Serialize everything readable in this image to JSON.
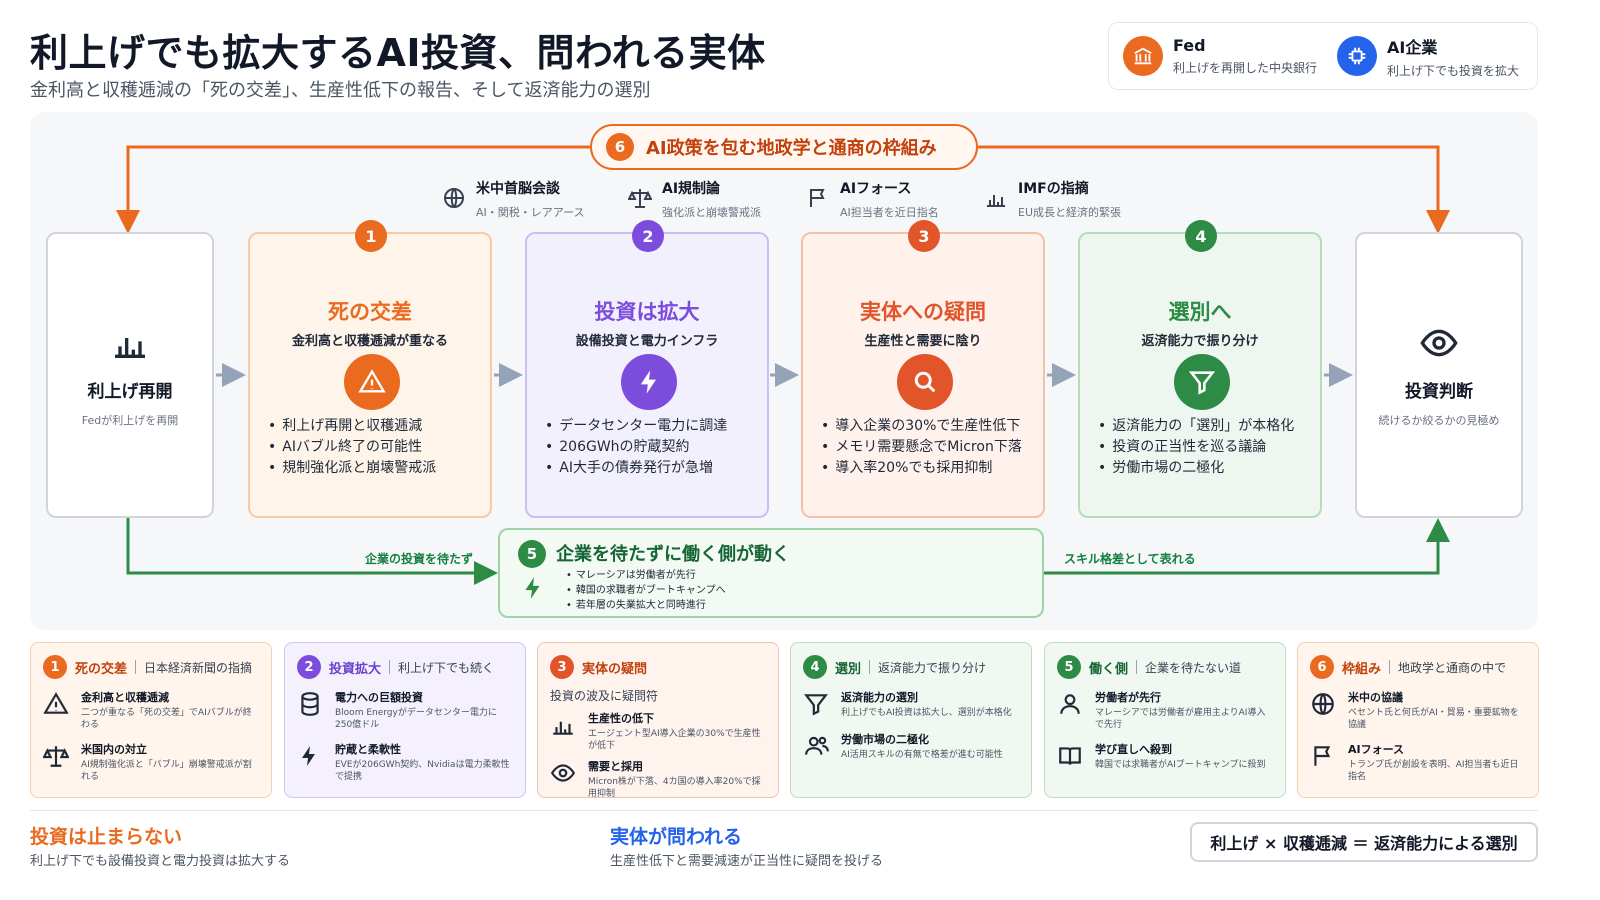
{
  "header": {
    "title": "利上げでも拡大するAI投資、問われる実体",
    "subtitle": "金利高と収穫逓減の「死の交差」、生産性低下の報告、そして返済能力の選別"
  },
  "legend": [
    {
      "name": "Fed",
      "desc": "利上げを再開した中央銀行"
    },
    {
      "name": "AI企業",
      "desc": "利上げ下でも投資を拡大"
    }
  ],
  "top": {
    "num": "6",
    "label": "AI政策を包む地政学と通商の枠組み"
  },
  "geo": [
    {
      "title": "米中首脳会談",
      "sub": "AI・関税・レアアース"
    },
    {
      "title": "AI規制論",
      "sub": "強化派と崩壊警戒派"
    },
    {
      "title": "AIフォース",
      "sub": "AI担当者を近日指名"
    },
    {
      "title": "IMFの指摘",
      "sub": "EU成長と経済的緊張"
    }
  ],
  "left_box": {
    "title": "利上げ再開",
    "sub": "Fedが利上げを再開"
  },
  "right_box": {
    "title": "投資判断",
    "sub": "続けるか絞るかの見極め"
  },
  "stages": [
    {
      "num": "1",
      "title": "死の交差",
      "sub": "金利高と収穫逓減が重なる",
      "bullets": [
        "利上げ再開と収穫逓減",
        "AIバブル終了の可能性",
        "規制強化派と崩壊警戒派"
      ]
    },
    {
      "num": "2",
      "title": "投資は拡大",
      "sub": "設備投資と電力インフラ",
      "bullets": [
        "データセンター電力に調達",
        "206GWhの貯蔵契約",
        "AI大手の債券発行が急増"
      ]
    },
    {
      "num": "3",
      "title": "実体への疑問",
      "sub": "生産性と需要に陰り",
      "bullets": [
        "導入企業の30%で生産性低下",
        "メモリ需要懸念でMicron下落",
        "導入率20%でも採用抑制"
      ]
    },
    {
      "num": "4",
      "title": "選別へ",
      "sub": "返済能力で振り分け",
      "bullets": [
        "返済能力の「選別」が本格化",
        "投資の正当性を巡る議論",
        "労働市場の二極化"
      ]
    }
  ],
  "box5": {
    "num": "5",
    "title": "企業を待たずに働く側が動く",
    "bullets": [
      "マレーシアは労働者が先行",
      "韓国の求職者がブートキャンプへ",
      "若年層の失業拡大と同時進行"
    ],
    "left_label": "企業の投資を待たず",
    "right_label": "スキル格差として表れる"
  },
  "cards": [
    {
      "num": "1",
      "title": "死の交差",
      "tag": "日本経済新聞の指摘",
      "items": [
        {
          "title": "金利高と収穫逓減",
          "desc": "二つが重なる「死の交差」でAIバブルが終わる"
        },
        {
          "title": "米国内の対立",
          "desc": "AI規制強化派と「バブル」崩壊警戒派が割れる"
        }
      ]
    },
    {
      "num": "2",
      "title": "投資拡大",
      "tag": "利上げ下でも続く",
      "items": [
        {
          "title": "電力への巨額投資",
          "desc": "Bloom Energyがデータセンター電力に250億ドル"
        },
        {
          "title": "貯蔵と柔軟性",
          "desc": "EVEが206GWh契約、Nvidiaは電力柔軟性で提携"
        }
      ]
    },
    {
      "num": "3",
      "title": "実体の疑問",
      "tag": "投資の波及に疑問符",
      "items": [
        {
          "title": "生産性の低下",
          "desc": "エージェント型AI導入企業の30%で生産性が低下"
        },
        {
          "title": "需要と採用",
          "desc": "Micron株が下落、4カ国の導入率20%で採用抑制"
        }
      ]
    },
    {
      "num": "4",
      "title": "選別",
      "tag": "返済能力で振り分け",
      "items": [
        {
          "title": "返済能力の選別",
          "desc": "利上げでもAI投資は拡大し、選別が本格化"
        },
        {
          "title": "労働市場の二極化",
          "desc": "AI活用スキルの有無で格差が進む可能性"
        }
      ]
    },
    {
      "num": "5",
      "title": "働く側",
      "tag": "企業を待たない道",
      "items": [
        {
          "title": "労働者が先行",
          "desc": "マレーシアでは労働者が雇用主よりAI導入で先行"
        },
        {
          "title": "学び直しへ殺到",
          "desc": "韓国では求職者がAIブートキャンプに殺到"
        }
      ]
    },
    {
      "num": "6",
      "title": "枠組み",
      "tag": "地政学と通商の中で",
      "items": [
        {
          "title": "米中の協議",
          "desc": "ベセント氏と何氏がAI・貿易・重要鉱物を協議"
        },
        {
          "title": "AIフォース",
          "desc": "トランプ氏が創設を表明、AI担当者も近日指名"
        }
      ]
    }
  ],
  "footer": {
    "left_title": "投資は止まらない",
    "left_sub": "利上げ下でも設備投資と電力投資は拡大する",
    "mid_title": "実体が問われる",
    "mid_sub": "生産性低下と需要減速が正当性に疑問を投げる",
    "formula": "利上げ × 収穫逓減 ＝ 返済能力による選別"
  },
  "colors": {
    "orange": "#ea6a1f",
    "purple": "#7c4ddc",
    "red": "#e2552b",
    "green": "#2e8b45",
    "blue": "#2563eb"
  }
}
